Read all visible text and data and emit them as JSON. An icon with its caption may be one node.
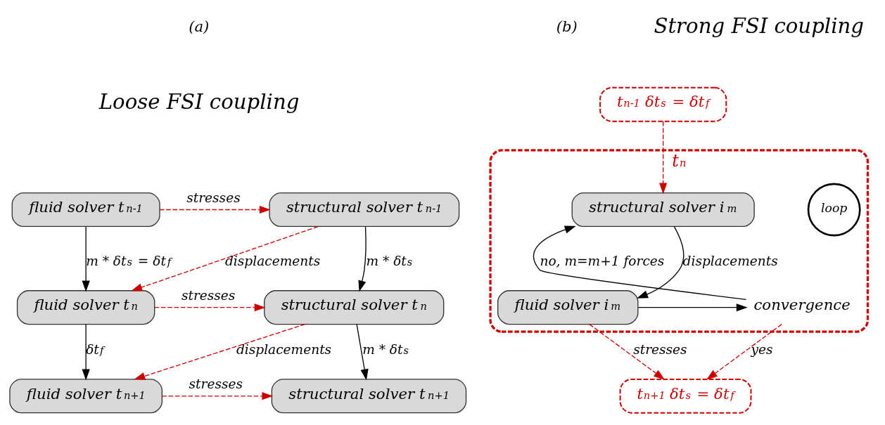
{
  "diagram": {
    "nodes": [
      {
        "text": [
          "fluid solver t$_{n-1}$"
        ]
      },
      {
        "text": [
          "structural solver t$_{n-1}$"
        ]
      },
      {
        "text": [
          "fluid solver t$_{n}$"
        ]
      },
      {
        "text": [
          "structural solver t$_{n}$"
        ]
      },
      {
        "text": [
          "fluid solver t$_{n+1}$"
        ]
      },
      {
        "text": [
          "structural solver t$_{n+1}$"
        ]
      },
      {
        "text": [
          "t$_{n-1}$ δt$_{s}$ = δt$_{f}$"
        ]
      },
      {
        "text": [
          "t$_{n}$"
        ]
      },
      {
        "text": [
          "structural solver i$_{m}$"
        ],
        "in": 7
      },
      {
        "text": [
          "fluid solver i$_{m}$"
        ],
        "in": 7
      },
      {
        "text": [
          "convergence"
        ],
        "in": 7
      },
      {
        "text": [
          "t$_{n+1}$ δt$_{s}$ = δt$_{f}$"
        ]
      }
    ],
    "edges": [
      {
        "from": 0,
        "to": 1,
        "arrow": "to",
        "label": "stresses",
        "style": "dashed",
        "color": "#cc0000"
      },
      {
        "from": 1,
        "to": 2,
        "arrow": "to",
        "label": "displacements",
        "style": "dashed",
        "color": "#cc0000"
      },
      {
        "from": 2,
        "to": 3,
        "arrow": "to",
        "label": "stresses",
        "style": "dashed",
        "color": "#cc0000"
      },
      {
        "from": 3,
        "to": 4,
        "arrow": "to",
        "label": "displacements",
        "style": "dashed",
        "color": "#cc0000"
      },
      {
        "from": 4,
        "to": 5,
        "arrow": "to",
        "label": "stresses",
        "style": "dashed",
        "color": "#cc0000"
      },
      {
        "from": 0,
        "to": 2,
        "arrow": "to",
        "label": "m * δt$_{s}$ = δt$_{f}$",
        "color": "#000000"
      },
      {
        "from": 2,
        "to": 4,
        "arrow": "to",
        "label": "δt$_{f}$",
        "color": "#000000"
      },
      {
        "from": 1,
        "to": 3,
        "arrow": "to",
        "label": "m * δt$_{s}$",
        "color": "#000000"
      },
      {
        "from": 3,
        "to": 5,
        "arrow": "to",
        "label": "m * δt$_{s}$",
        "color": "#000000"
      },
      {
        "from": 6,
        "to": 8,
        "arrow": "to",
        "style": "dashed",
        "color": "#cc0000"
      },
      {
        "from": 8,
        "to": 9,
        "arrow": "to",
        "label": "displacements",
        "color": "#000000"
      },
      {
        "from": 9,
        "to": 10,
        "arrow": "to",
        "color": "#000000"
      },
      {
        "from": 10,
        "to": 8,
        "arrow": "to",
        "label": "no, m=m+1 forces",
        "color": "#000000"
      },
      {
        "from": 10,
        "to": 11,
        "arrow": "to",
        "label": "yes",
        "style": "dashed",
        "color": "#cc0000"
      },
      {
        "from": 9,
        "to": 11,
        "arrow": "to",
        "label": "stresses",
        "style": "dashed",
        "color": "#cc0000"
      }
    ],
    "labels": [
      "(a)",
      "(b)",
      "Strong FSI coupling",
      "Loose FSI coupling",
      "loop"
    ]
  }
}
